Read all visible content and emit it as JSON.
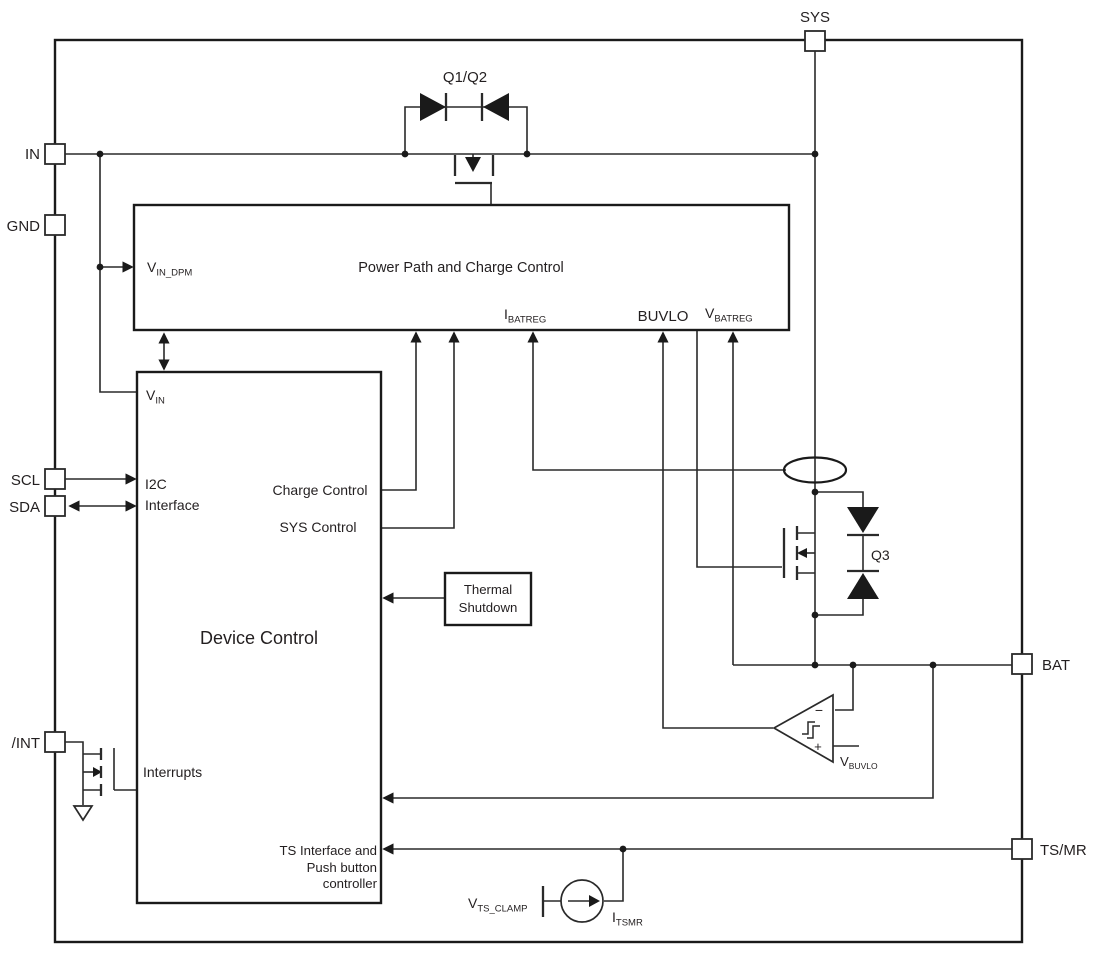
{
  "colors": {
    "wire": "#2a2a2a",
    "outline": "#1a1a1a",
    "text": "#231f20",
    "background": "#ffffff"
  },
  "pins": {
    "sys": "SYS",
    "in": "IN",
    "gnd": "GND",
    "scl": "SCL",
    "sda": "SDA",
    "int": "/INT",
    "bat": "BAT",
    "ts_mr": "TS/MR"
  },
  "power_path": {
    "title": "Power Path and Charge Control",
    "vin_dpm": {
      "main": "V",
      "sub": "IN_DPM"
    },
    "ibatreg": {
      "main": "I",
      "sub": "BATREG"
    },
    "buvlo": "BUVLO",
    "vbatreg": {
      "main": "V",
      "sub": "BATREG"
    }
  },
  "device_control": {
    "title": "Device Control",
    "vin": {
      "main": "V",
      "sub": "IN"
    },
    "i2c_line1": "I2C",
    "i2c_line2": "Interface",
    "charge_control": "Charge Control",
    "sys_control": "SYS Control",
    "interrupts": "Interrupts",
    "ts_line1": "TS Interface and",
    "ts_line2": "Push button",
    "ts_line3": "controller"
  },
  "thermal_shutdown": {
    "line1": "Thermal",
    "line2": "Shutdown"
  },
  "transistors": {
    "q1q2": "Q1/Q2",
    "q3": "Q3"
  },
  "comparator": {
    "minus": "−",
    "plus": "+",
    "ref": {
      "main": "V",
      "sub": "BUVLO"
    }
  },
  "current_source": {
    "v_ts_clamp": {
      "main": "V",
      "sub": "TS_CLAMP"
    },
    "i_tsmr": {
      "main": "I",
      "sub": "TSMR"
    }
  }
}
